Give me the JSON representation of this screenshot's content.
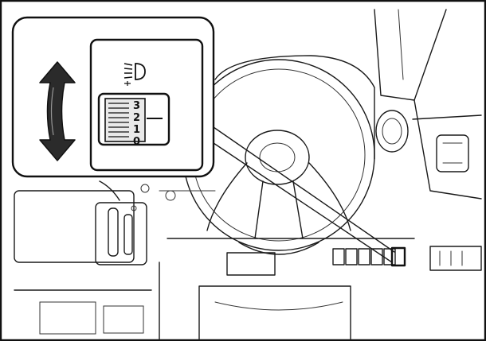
{
  "callout": {
    "dial_marks": [
      "3",
      "2",
      "1",
      "0"
    ],
    "icons": {
      "adjust_arrow": "up-down-double-arrow-icon",
      "headlight": "headlight-leveling-icon"
    }
  },
  "colors": {
    "line": "#1a1a1a",
    "background": "#ffffff",
    "arrow_fill": "#2b2b2b",
    "dial_face": "#e9e9e9"
  }
}
